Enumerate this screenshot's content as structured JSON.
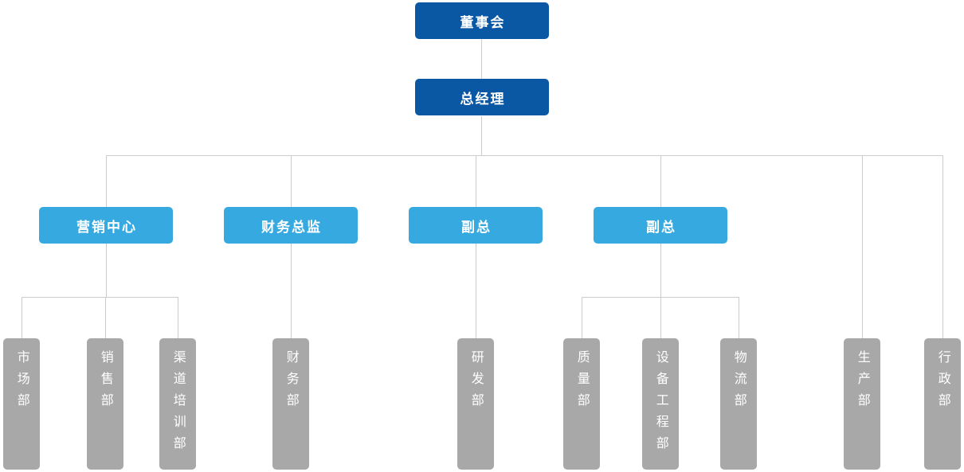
{
  "diagram_type": "org-chart",
  "org_chart": {
    "board": {
      "label": "董事会"
    },
    "general_manager": {
      "label": "总经理"
    },
    "managers": [
      {
        "label": "营销中心",
        "departments": [
          "市场部",
          "销售部",
          "渠道培训部"
        ]
      },
      {
        "label": "财务总监",
        "departments": [
          "财务部"
        ]
      },
      {
        "label": "副总",
        "departments": [
          "研发部"
        ]
      },
      {
        "label": "副总",
        "departments": [
          "质量部",
          "设备工程部",
          "物流部"
        ]
      }
    ],
    "direct_departments": [
      "生产部",
      "行政部"
    ]
  },
  "colors": {
    "primary_node": "#0a57a4",
    "secondary_node": "#36a9e1",
    "department_node": "#a8a8a8",
    "connector_line": "#cccccc",
    "node_text": "#ffffff",
    "background": "#ffffff"
  }
}
